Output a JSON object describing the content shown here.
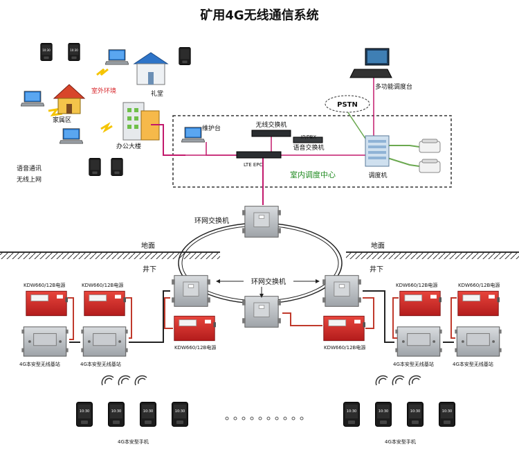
{
  "title": "矿用4G无线通信系统",
  "labels": {
    "home_area": "家属区",
    "outdoor": "室外环境",
    "auditorium": "礼堂",
    "office": "办公大楼",
    "voice_data": "语音通讯",
    "wireless_net": "无线上网",
    "maintenance": "维护台",
    "wireless_switch": "无线交换机",
    "ip_pbx_line1": "IP/PBX",
    "ip_pbx_line2": "语音交换机",
    "lte_epc": "LTE EPC",
    "control_center": "室内调度中心",
    "dispatcher": "调度机",
    "multi_console": "多功能调度台",
    "pstn": "PSTN",
    "ring_switch_top": "环网交换机",
    "ring_switch_mid": "环网交换机",
    "ground_left": "地面",
    "ground_right": "地面",
    "underground_left": "井下",
    "underground_right": "井下",
    "power_1": "KDW660/12B电源",
    "power_2": "KDW660/12B电源",
    "power_3": "KDW660/12B电源",
    "power_4": "KDW660/12B电源",
    "power_5": "KDW660/12B电源",
    "power_6": "KDW660/12B电源",
    "base_1": "4G本安型无线基站",
    "base_2": "4G本安型无线基站",
    "base_3": "4G本安型无线基站",
    "base_4": "4G本安型无线基站",
    "phone_left": "4G本安型手机",
    "phone_right": "4G本安型手机"
  },
  "phone_screen_time": "10:30",
  "colors": {
    "line_magenta": "#c2186b",
    "line_green": "#6aa84f",
    "power_red": "#d7262b",
    "box_gray": "#b8bcc0",
    "cable_red": "#c0392b"
  }
}
